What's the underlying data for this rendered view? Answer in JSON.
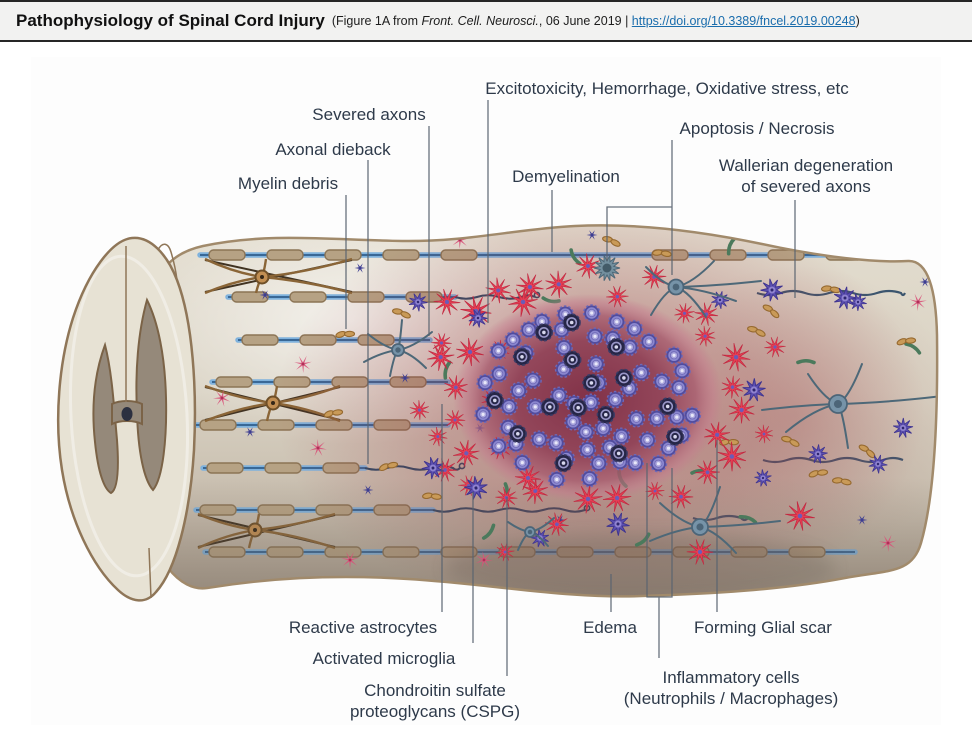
{
  "header": {
    "title": "Pathophysiology of Spinal Cord Injury",
    "citation_prefix": "(Figure 1A from ",
    "citation_journal": "Front. Cell. Neurosci.",
    "citation_middle": ", 06 June 2019 | ",
    "link_text": "https://doi.org/10.3389/fncel.2019.00248",
    "citation_suffix": ")"
  },
  "figure": {
    "labels": {
      "excitotoxicity": "Excitotoxicity, Hemorrhage, Oxidative stress, etc",
      "severed_axons": "Severed axons",
      "axonal_dieback": "Axonal dieback",
      "myelin_debris": "Myelin debris",
      "demyelination": "Demyelination",
      "apoptosis": "Apoptosis / Necrosis",
      "wallerian_line1": "Wallerian degeneration",
      "wallerian_line2": "of severed axons",
      "reactive_astrocytes": "Reactive astrocytes",
      "activated_microglia": "Activated microglia",
      "cspg_line1": "Chondroitin sulfate",
      "cspg_line2": "proteoglycans (CSPG)",
      "edema": "Edema",
      "forming_glial_scar": "Forming Glial scar",
      "inflammatory_line1": "Inflammatory cells",
      "inflammatory_line2": "(Neutrophils / Macrophages)"
    },
    "colors": {
      "label_text": "#2e3a4a",
      "link_blue": "#1a6dad",
      "cord_outline": "#a18a6b",
      "axon_blue": "#5b9bd0",
      "myelin_tan": "#b6a284",
      "lesion_core": "#7f2e45",
      "astrocyte_red": "#e63e53",
      "microglia_purple": "#5c50b0",
      "neutrophil_violet": "#8b87cf",
      "macrophage_navy": "#262647",
      "cspg_green": "#4b7a5c",
      "debris_ochre": "#c99a58"
    },
    "cell_types": [
      {
        "name": "myelinated-axon",
        "color": "#5b9bd0"
      },
      {
        "name": "myelin-sheath",
        "color": "#b6a284"
      },
      {
        "name": "propriospinal-neuron",
        "color": "#8a6537"
      },
      {
        "name": "reactive-astrocyte",
        "color": "#e63e53"
      },
      {
        "name": "activated-microglia",
        "color": "#5c50b0"
      },
      {
        "name": "neutrophil",
        "color": "#8b87cf"
      },
      {
        "name": "macrophage",
        "color": "#262647"
      },
      {
        "name": "cspg-molecule",
        "color": "#4b7a5c"
      },
      {
        "name": "myelin-debris",
        "color": "#c99a58"
      },
      {
        "name": "apoptotic-neuron",
        "color": "#74909f"
      },
      {
        "name": "lesion-core",
        "color": "#7f2e45"
      }
    ]
  }
}
